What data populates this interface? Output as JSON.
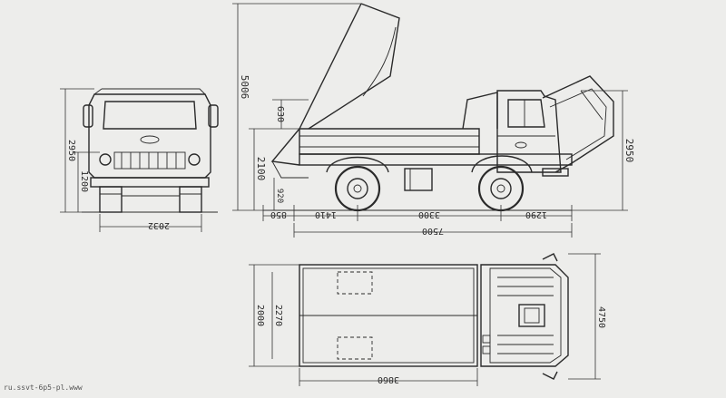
{
  "dimensions": {
    "front_height": "2950",
    "front_mid_height": "1200",
    "front_track": "2032",
    "dump_height": "5006",
    "tipper_top": "630",
    "bed_height": "2100",
    "bed_low": "920",
    "overall_height": "2950",
    "rear_overhang": "850",
    "wheelbase_rear": "1410",
    "wheelbase": "3300",
    "front_overhang": "1290",
    "overall_length": "7500",
    "bed_width_inner": "2000",
    "bed_width_outer": "2270",
    "bed_length": "3860",
    "overall_width": "4750"
  },
  "watermark": "ru.ssvt-6p5-pl.www"
}
